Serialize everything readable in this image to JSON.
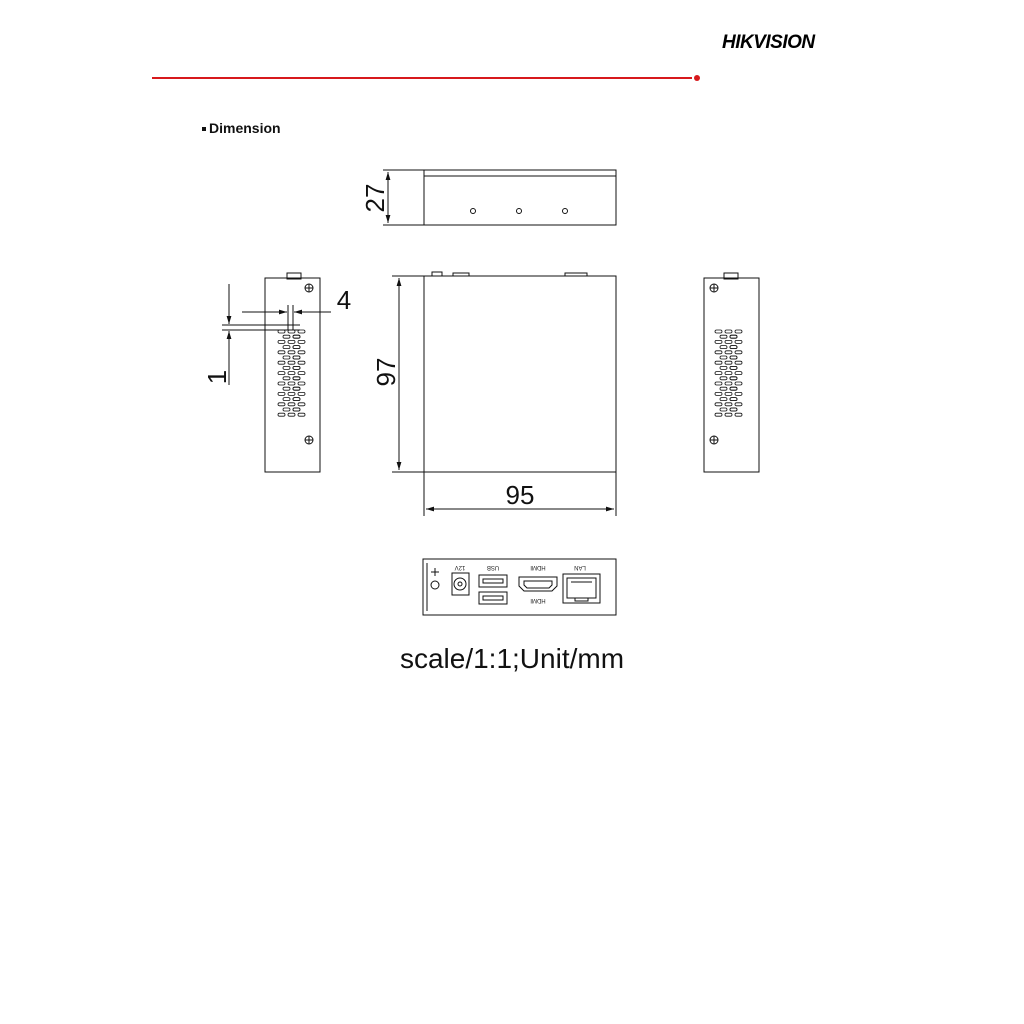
{
  "brand": {
    "logo_text": "HIKVISION",
    "accent_color": "#d7191c"
  },
  "section": {
    "title": "Dimension"
  },
  "dimensions": {
    "height": "27",
    "slot_width": "4",
    "slot_gap": "1",
    "depth": "97",
    "width": "95"
  },
  "rear_panel": {
    "power_label": "12V",
    "usb_label": "USB",
    "hdmi_label": "HDMI",
    "lan_label": "LAN"
  },
  "footer": {
    "scale_note": "scale/1:1;Unit/mm"
  }
}
